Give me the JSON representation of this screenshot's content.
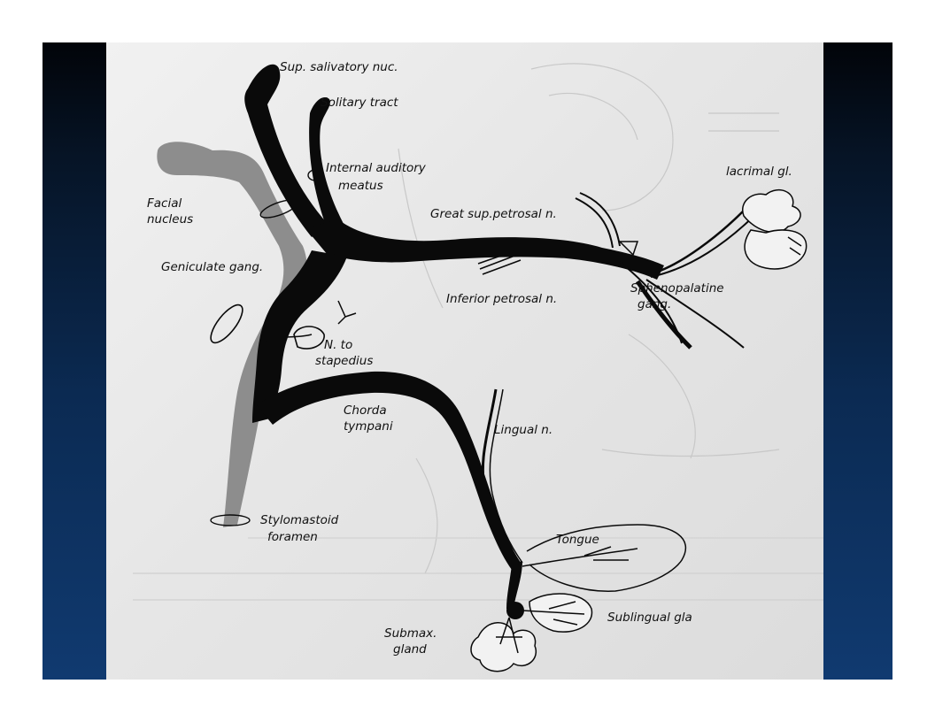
{
  "labels": {
    "sup_salivatory": "Sup. salivatory nuc.",
    "solitary_tract": "Solitary tract",
    "internal_auditory_1": "Internal auditory",
    "internal_auditory_2": "meatus",
    "facial_nucleus_1": "Facial",
    "facial_nucleus_2": "nucleus",
    "great_sup_petrosal": "Great sup.petrosal n.",
    "lacrimal": "lacrimal gl.",
    "geniculate": "Geniculate gang.",
    "inferior_petrosal": "Inferior petrosal n.",
    "sphenopalatine_1": "Sphenopalatine",
    "sphenopalatine_2": "gang.",
    "n_to_stapedius_1": "N. to",
    "n_to_stapedius_2": "stapedius",
    "chorda_1": "Chorda",
    "chorda_2": "tympani",
    "lingual": "Lingual n.",
    "stylomastoid_1": "Stylomastoid",
    "stylomastoid_2": "foramen",
    "tongue": "Tongue",
    "sublingual": "Sublingual gla",
    "submax_1": "Submax.",
    "submax_2": "gland"
  },
  "colors": {
    "slide_top": "#020409",
    "slide_bottom": "#103a70",
    "nerve_black": "#0a0a0a",
    "facial_gray": "#8d8d8d",
    "paper": "#e8e8e8"
  }
}
